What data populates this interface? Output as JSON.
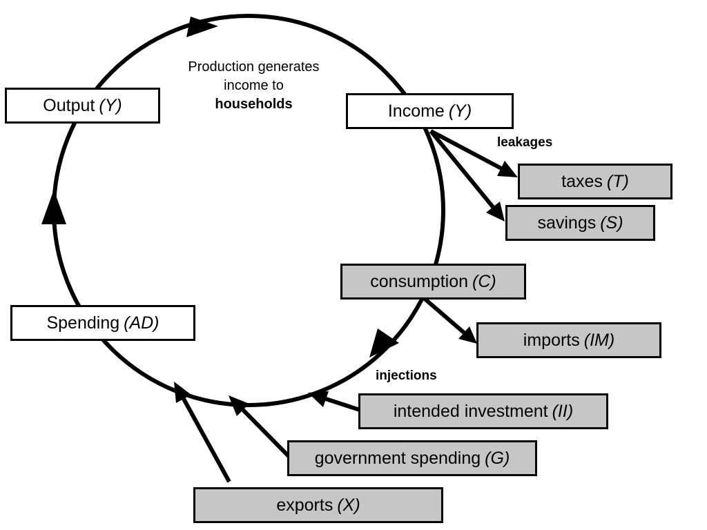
{
  "nodes": {
    "output": {
      "label": "Output",
      "symbol": "(Y)"
    },
    "income": {
      "label": "Income",
      "symbol": "(Y)"
    },
    "spending": {
      "label": "Spending",
      "symbol": "(AD)"
    },
    "taxes": {
      "label": "taxes",
      "symbol": "(T)"
    },
    "savings": {
      "label": "savings",
      "symbol": "(S)"
    },
    "consumption": {
      "label": "consumption",
      "symbol": "(C)"
    },
    "imports": {
      "label": "imports",
      "symbol": "(IM)"
    },
    "investment": {
      "label": "intended investment",
      "symbol": "(II)"
    },
    "government": {
      "label": "government spending",
      "symbol": "(G)"
    },
    "exports": {
      "label": "exports",
      "symbol": "(X)"
    }
  },
  "annotations": {
    "production_line1": "Production generates",
    "production_line2": "income to",
    "production_line3": "households",
    "leakages": "leakages",
    "injections": "injections"
  },
  "colors": {
    "line": "#000000",
    "box_fill": "#ffffff",
    "flow_box_fill": "#c6c6c6"
  }
}
